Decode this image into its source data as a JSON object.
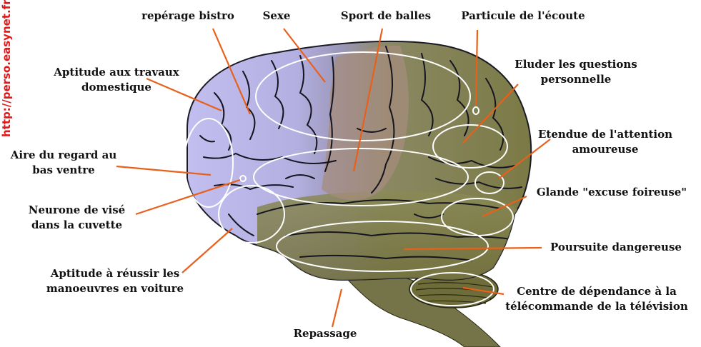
{
  "watermark_url": "http://perso.easynet.fr/",
  "colors": {
    "frontal": "#b9b6e8",
    "parietal": "#8f8aa8",
    "motor_strip": "#a08878",
    "temporal_occipital": "#7f7f4c",
    "cerebellum": "#6f6d38",
    "brainstem": "#737346",
    "sulci": "#1a1a28",
    "callout_line": "#e8601a",
    "region_outline": "#ffffff",
    "watermark": "#e01818"
  },
  "labels": {
    "reperage_bistro": "repérage bistro",
    "sexe": "Sexe",
    "sport_de_balles": "Sport de balles",
    "particule_ecoute": "Particule de l'écoute",
    "aptitude_travaux_1": "Aptitude aux travaux",
    "aptitude_travaux_2": "domestique",
    "eluder_1": "Eluder les questions",
    "eluder_2": "personnelle",
    "etendue_1": "Etendue de l'attention",
    "etendue_2": "amoureuse",
    "aire_regard_1": "Aire du regard au",
    "aire_regard_2": "bas ventre",
    "glande": "Glande \"excuse foireuse\"",
    "neurone_1": "Neurone de visé",
    "neurone_2": "dans la cuvette",
    "poursuite": "Poursuite dangereuse",
    "manoeuvres_1": "Aptitude à réussir les",
    "manoeuvres_2": "manoeuvres en voiture",
    "centre_1": "Centre de dépendance à la",
    "centre_2": "télécommande de la télévision",
    "repassage": "Repassage"
  }
}
